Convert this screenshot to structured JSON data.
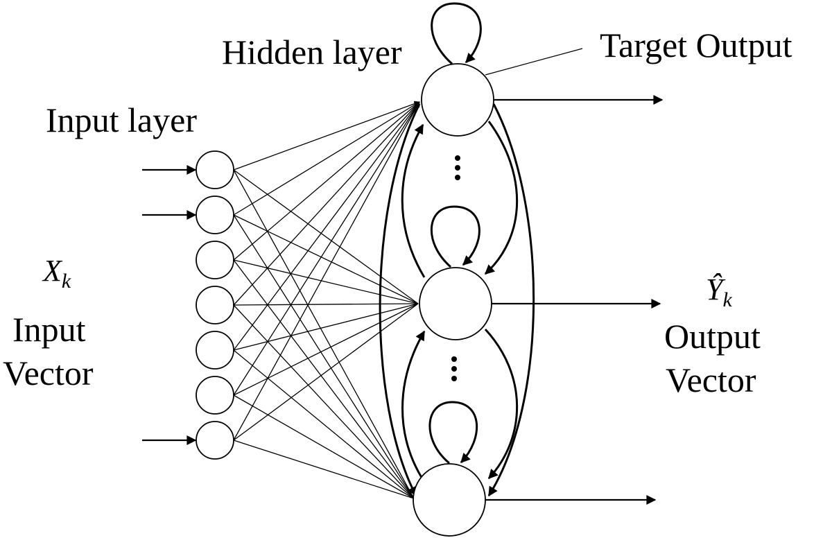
{
  "labels": {
    "hidden_layer": "Hidden layer",
    "target_output": "Target Output",
    "input_layer": "Input layer",
    "input_symbol": "X",
    "input_subscript": "k",
    "input_vector_line1": "Input",
    "input_vector_line2": "Vector",
    "output_symbol": "Ŷ",
    "output_subscript": "k",
    "output_vector_line1": "Output",
    "output_vector_line2": "Vector"
  },
  "structure": {
    "input_nodes": 7,
    "hidden_nodes_drawn": 3,
    "inputs_with_arrows": [
      0,
      1,
      6
    ],
    "fully_connected": true,
    "recurrent_self_loops": true
  },
  "colors": {
    "stroke": "#000000",
    "background": "#ffffff"
  }
}
